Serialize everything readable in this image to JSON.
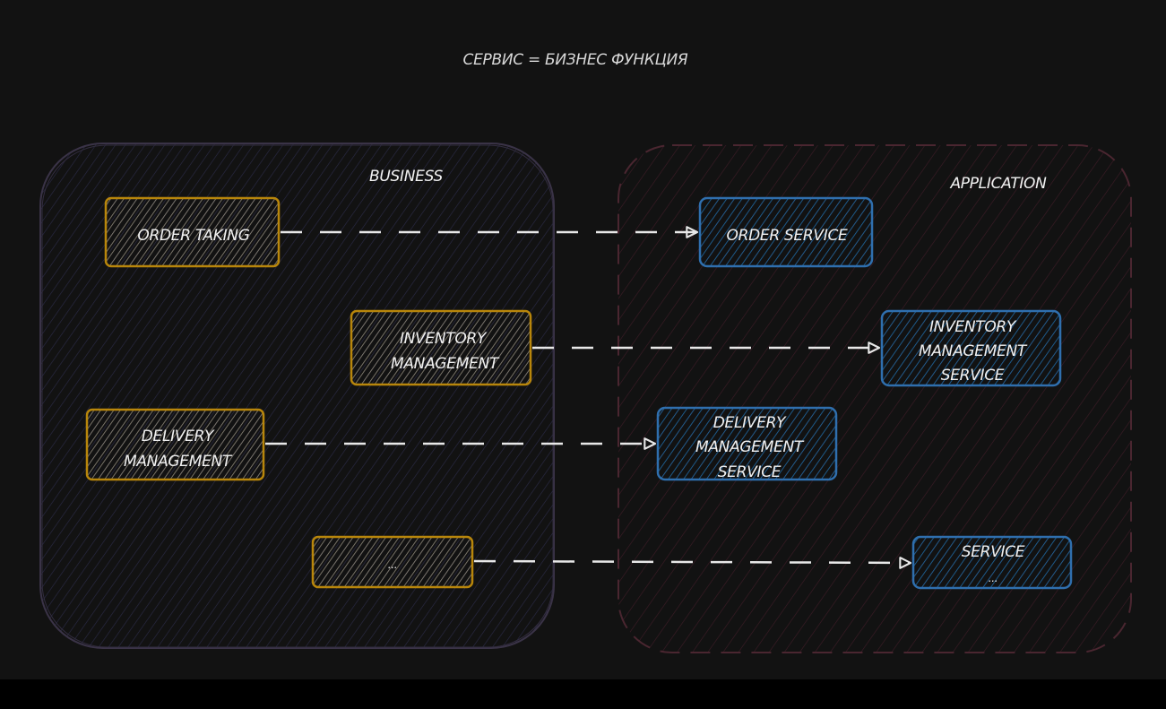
{
  "diagram": {
    "title": "СЕРВИС = БИЗНЕС ФУНКЦИЯ",
    "colors": {
      "background": "#121212",
      "business_group_stroke": "#3a3347",
      "business_group_hatch": "#2b2b48",
      "application_group_stroke": "#4a2630",
      "application_group_hatch": "#3e1c27",
      "business_node_stroke": "#b8860b",
      "business_node_hatch": "#a89f8c",
      "application_node_stroke": "#2f6fae",
      "application_node_hatch": "#1f6aa5",
      "arrow": "#e8e8e8",
      "text": "#f2f2f2"
    },
    "groups": [
      {
        "id": "business",
        "label": "BUSINESS",
        "style": "solid"
      },
      {
        "id": "application",
        "label": "APPLICATION",
        "style": "dashed"
      }
    ],
    "business_nodes": [
      {
        "id": "order-taking",
        "lines": [
          "ORDER TAKING"
        ]
      },
      {
        "id": "inventory-management",
        "lines": [
          "INVENTORY",
          "MANAGEMENT"
        ]
      },
      {
        "id": "delivery-management",
        "lines": [
          "DELIVERY",
          "MANAGEMENT"
        ]
      },
      {
        "id": "more",
        "lines": [
          "..."
        ]
      }
    ],
    "application_nodes": [
      {
        "id": "order-service",
        "lines": [
          "ORDER SERVICE"
        ]
      },
      {
        "id": "inventory-management-service",
        "lines": [
          "INVENTORY",
          "MANAGEMENT",
          "SERVICE"
        ]
      },
      {
        "id": "delivery-management-service",
        "lines": [
          "DELIVERY",
          "MANAGEMENT",
          "SERVICE"
        ]
      },
      {
        "id": "service-more",
        "lines": [
          "SERVICE",
          "..."
        ]
      }
    ],
    "edges": [
      {
        "from": "order-taking",
        "to": "order-service",
        "style": "dashed",
        "arrowhead": "triangle-open"
      },
      {
        "from": "inventory-management",
        "to": "inventory-management-service",
        "style": "dashed",
        "arrowhead": "triangle-open"
      },
      {
        "from": "delivery-management",
        "to": "delivery-management-service",
        "style": "dashed",
        "arrowhead": "triangle-open"
      },
      {
        "from": "more",
        "to": "service-more",
        "style": "dashed",
        "arrowhead": "triangle-open"
      }
    ]
  }
}
